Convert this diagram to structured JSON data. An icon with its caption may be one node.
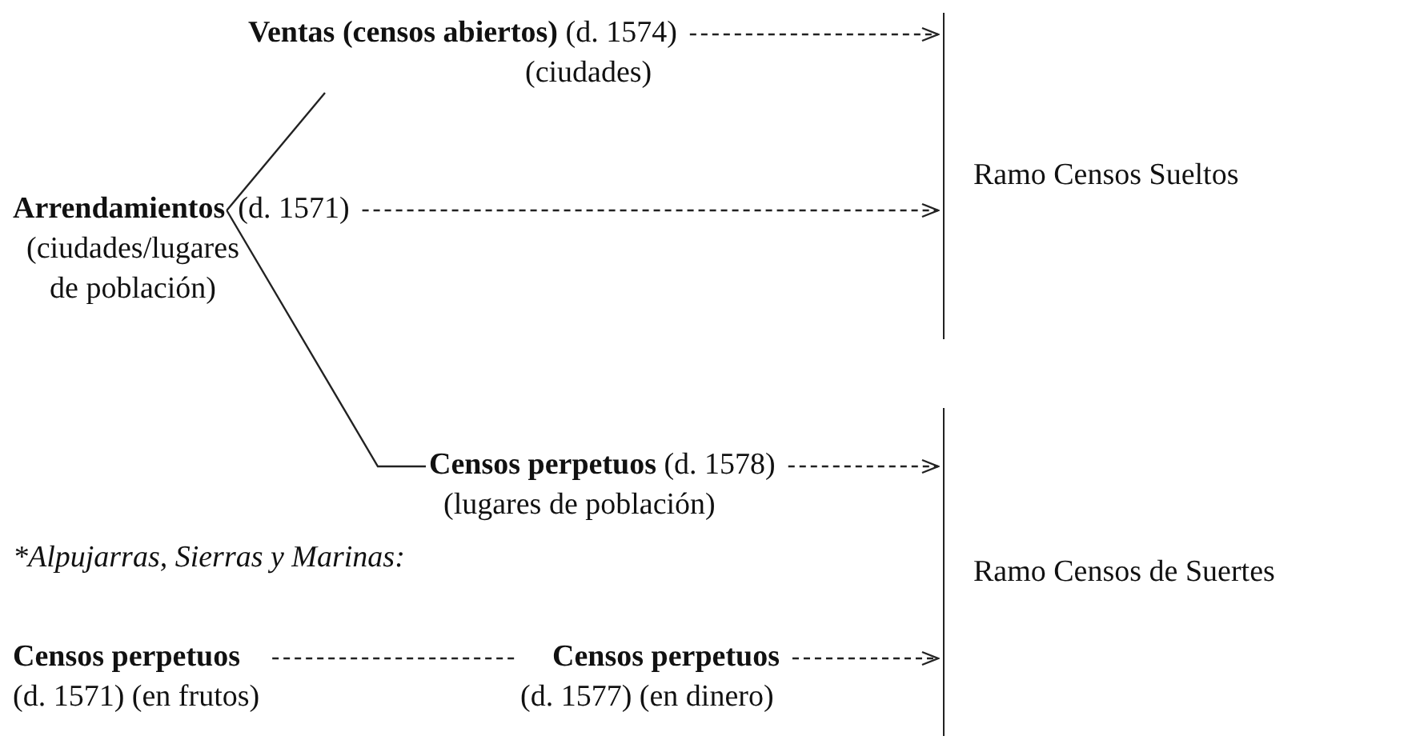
{
  "diagram": {
    "nodes": [
      {
        "text": [
          "Arrendamientos",
          "(ciudades/lugares de población)"
        ],
        "beside": [
          "(d. 1571)"
        ]
      },
      {
        "text": [
          "**Ventas (censos abiertos)** (d. 1574)",
          "(ciudades)"
        ]
      },
      {
        "text": [
          "**Censos perpetuos** (d. 1578)",
          "(lugares de población)"
        ]
      },
      {
        "text": [
          "Censos perpetuos",
          "(d. 1571) (en frutos)"
        ]
      },
      {
        "text": [
          "Censos perpetuos",
          "(d. 1577) (en dinero)"
        ]
      },
      {
        "text": [
          "Ramo Censos Sueltos"
        ]
      },
      {
        "text": [
          "Ramo Censos de Suertes"
        ]
      }
    ],
    "edges": [
      {
        "from": 0,
        "to": 1,
        "arrow": "none"
      },
      {
        "from": 0,
        "to": 2,
        "arrow": "none"
      },
      {
        "from": 1,
        "to": 5,
        "arrow": "to",
        "style": "dashed"
      },
      {
        "from": 0,
        "to": 5,
        "arrow": "to",
        "style": "dashed"
      },
      {
        "from": 2,
        "to": 6,
        "arrow": "to",
        "style": "dashed"
      },
      {
        "from": 3,
        "to": 4,
        "arrow": "none",
        "style": "dashed"
      },
      {
        "from": 4,
        "to": 6,
        "arrow": "to",
        "style": "dashed"
      }
    ],
    "labels": [
      "*Alpujarras, Sierras y Marinas:"
    ]
  }
}
